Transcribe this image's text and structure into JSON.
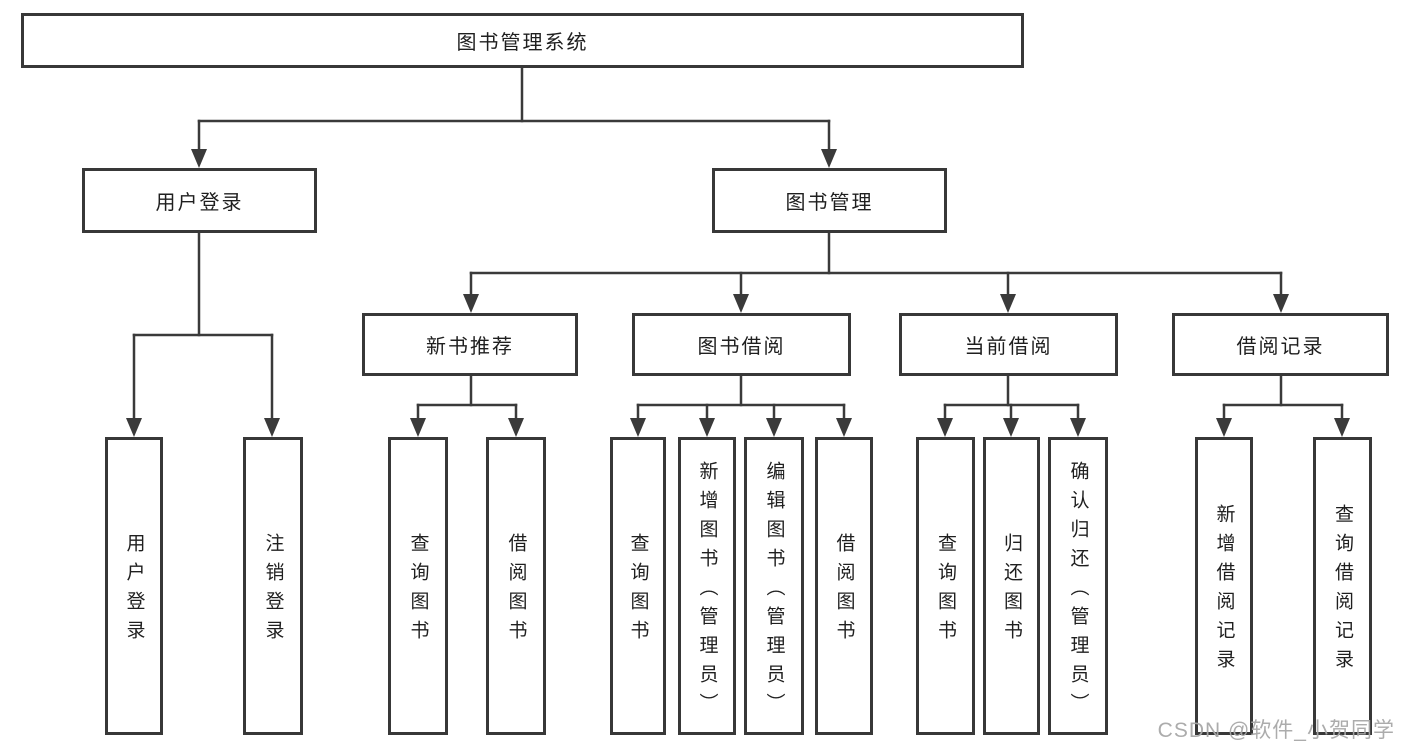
{
  "diagram_title": "图书管理系统",
  "tree": {
    "label": "图书管理系统",
    "children": [
      {
        "label": "用户登录",
        "children": [
          {
            "label": "用户登录"
          },
          {
            "label": "注销登录"
          }
        ]
      },
      {
        "label": "图书管理",
        "children": [
          {
            "label": "新书推荐",
            "children": [
              {
                "label": "查询图书"
              },
              {
                "label": "借阅图书"
              }
            ]
          },
          {
            "label": "图书借阅",
            "children": [
              {
                "label": "查询图书"
              },
              {
                "label": "新增图书（管理员）"
              },
              {
                "label": "编辑图书（管理员）"
              },
              {
                "label": "借阅图书"
              }
            ]
          },
          {
            "label": "当前借阅",
            "children": [
              {
                "label": "查询图书"
              },
              {
                "label": "归还图书"
              },
              {
                "label": "确认归还（管理员）"
              }
            ]
          },
          {
            "label": "借阅记录",
            "children": [
              {
                "label": "新增借阅记录"
              },
              {
                "label": "查询借阅记录"
              }
            ]
          }
        ]
      }
    ]
  },
  "watermark": "CSDN @软件_小贺同学",
  "colors": {
    "background": "#ffffff",
    "line": "#3a3a3a",
    "box_border": "#383838",
    "text": "#1f1f1f",
    "watermark": "#a8a8a8"
  }
}
